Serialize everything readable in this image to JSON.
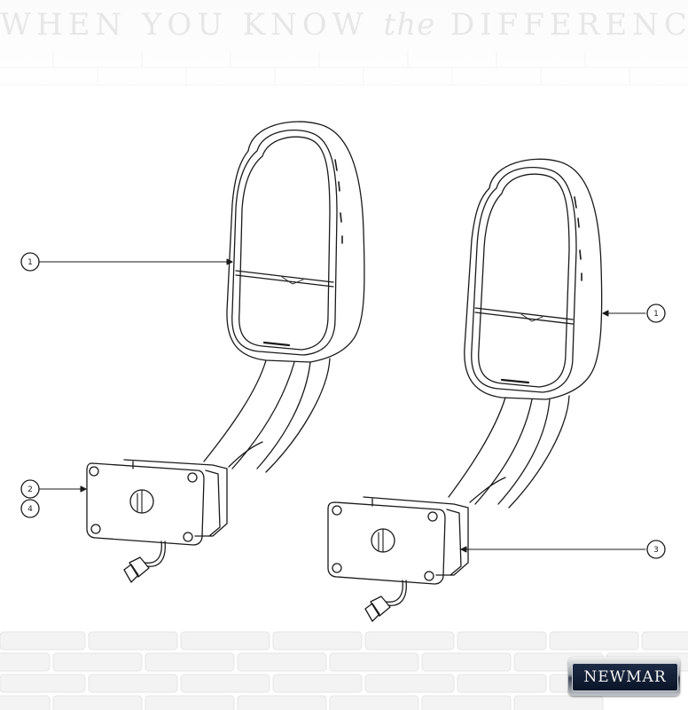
{
  "banner": {
    "part1": "WHEN YOU KNOW",
    "part2": "the",
    "part3": "DIFFERENCE"
  },
  "callouts": {
    "left_top": "1",
    "left_mid_a": "2",
    "left_mid_b": "4",
    "right_top": "1",
    "right_mid": "3"
  },
  "logo": {
    "text": "NEWMAR"
  }
}
